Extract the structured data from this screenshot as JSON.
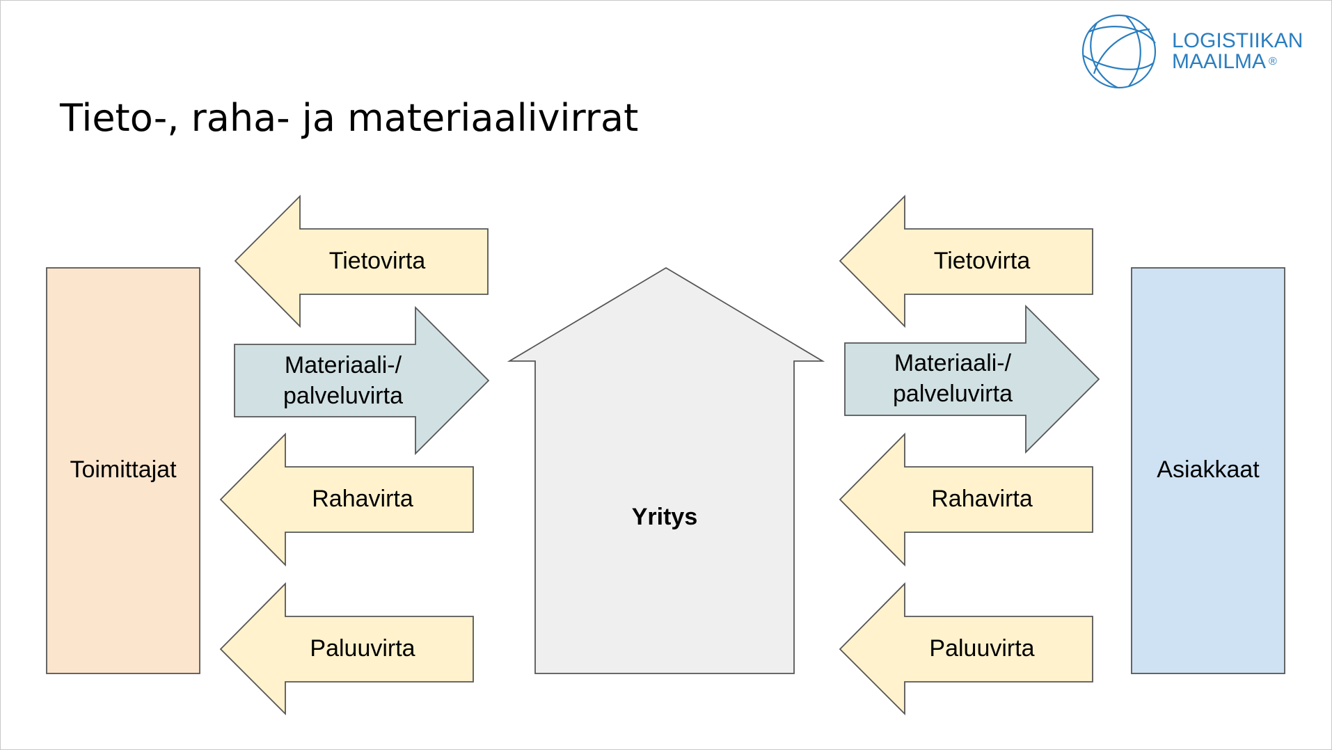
{
  "title": "Tieto-, raha- ja materiaalivirrat",
  "logo": {
    "line1": "LOGISTIIKAN",
    "line2": "MAAILMA",
    "mark": "®"
  },
  "colors": {
    "info_arrow": "#fff2cc",
    "material_arrow": "#d0e0e3",
    "suppliers": "#fce5cd",
    "customers": "#cfe2f3",
    "company": "#efefef",
    "brand": "#2a7ec0"
  },
  "nodes": {
    "suppliers": "Toimittajat",
    "company": "Yritys",
    "customers": "Asiakkaat"
  },
  "left_flows": {
    "info": "Tietovirta",
    "material_line1": "Materiaali-/",
    "material_line2": "palveluvirta",
    "money": "Rahavirta",
    "return": "Paluuvirta"
  },
  "right_flows": {
    "info": "Tietovirta",
    "material_line1": "Materiaali-/",
    "material_line2": "palveluvirta",
    "money": "Rahavirta",
    "return": "Paluuvirta"
  }
}
